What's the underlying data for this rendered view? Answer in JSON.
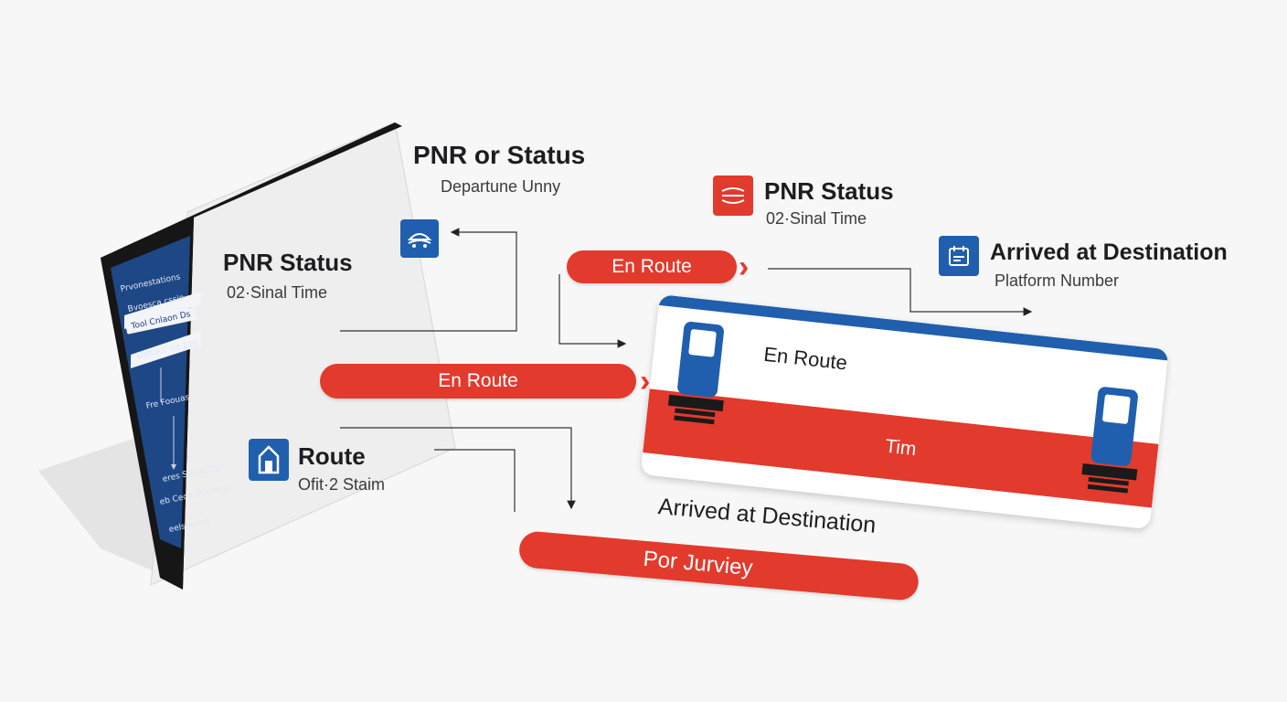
{
  "tablet": {
    "menu": [
      "Prvonestations",
      "Bvoesca cssio",
      "Tool Cnlaon Ds",
      "Dstrocc ict 106",
      "Fre Foouas",
      "eres Stooti Dsti",
      "eb Ceoa Dcoroca",
      "eelsnoecs"
    ]
  },
  "left_panel": {
    "title": "PNR Status",
    "subtitle": "02·Sinal Time"
  },
  "top_center": {
    "title": "PNR or Status",
    "subtitle": "Departune Unny"
  },
  "route_block": {
    "title": "Route",
    "subtitle": "Ofit·2 Staim"
  },
  "top_right_status": {
    "title": "PNR Status",
    "subtitle": "02·Sinal Time"
  },
  "arrived_top": {
    "title": "Arrived at Destination",
    "subtitle": "Platform Number"
  },
  "pill_upper": {
    "label": "En Route"
  },
  "pill_middle": {
    "label": "En Route"
  },
  "ticket": {
    "title": "En Route",
    "band_text": "Tim"
  },
  "arrived_bottom": {
    "title": "Arrived at Destination",
    "pill_label": "Por Jurviey"
  },
  "colors": {
    "brand_red": "#e23a2c",
    "brand_blue": "#1f5fae",
    "navy": "#14356b"
  },
  "icons": [
    "train-front-icon",
    "ticket-icon",
    "schedule-icon",
    "station-icon"
  ]
}
